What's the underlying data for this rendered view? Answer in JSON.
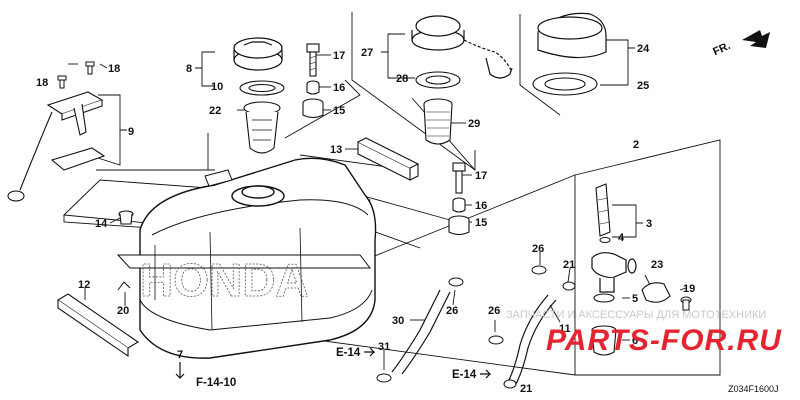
{
  "diagram_code": "Z034F1600J",
  "front_indicator": "FR.",
  "cross_refs": {
    "ref_f1410": "F-14-10",
    "ref_e14_a": "E-14",
    "ref_e14_b": "E-14"
  },
  "watermark": {
    "tagline": "ЗАПЧАСТИ И АКСЕССУАРЫ ДЛЯ МОТОТЕХНИКИ",
    "logo": "PARTS-FOR.RU"
  },
  "brand_emboss": "HONDA",
  "callouts": {
    "c2": "2",
    "c3": "3",
    "c4": "4",
    "c5": "5",
    "c6": "6",
    "c7": "7",
    "c8": "8",
    "c9": "9",
    "c10": "10",
    "c11": "11",
    "c12": "12",
    "c13": "13",
    "c14": "14",
    "c15a": "15",
    "c15b": "15",
    "c16a": "16",
    "c16b": "16",
    "c17a": "17",
    "c17b": "17",
    "c18a": "18",
    "c18b": "18",
    "c19": "19",
    "c20": "20",
    "c21a": "21",
    "c21b": "21",
    "c22": "22",
    "c23": "23",
    "c24": "24",
    "c25": "25",
    "c26a": "26",
    "c26b": "26",
    "c26c": "26",
    "c27": "27",
    "c28": "28",
    "c29": "29",
    "c30": "30",
    "c31": "31"
  }
}
